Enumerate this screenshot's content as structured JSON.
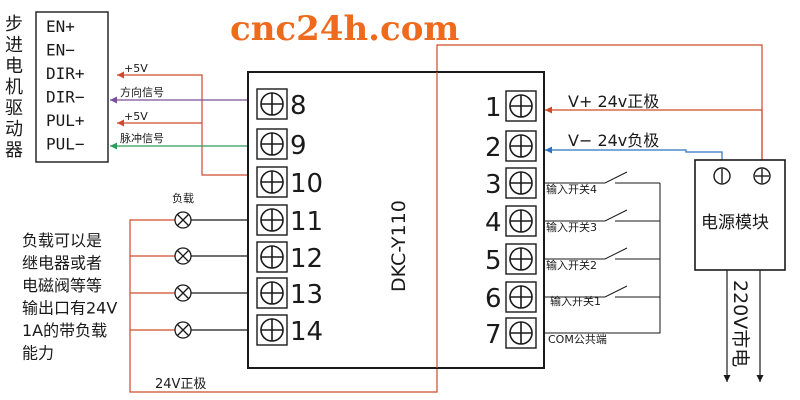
{
  "watermark": "cnc24h.com",
  "colors": {
    "watermark": "#ee6a1c",
    "power_red": "#cf4a2a",
    "signal_purple": "#7a4f9c",
    "signal_green": "#2f9b5b",
    "negative_blue": "#2b73c2",
    "ink": "#1a1a1a"
  },
  "driver": {
    "title": "步进电机驱动器",
    "pins": [
      "EN+",
      "EN−",
      "DIR+",
      "DIR−",
      "PUL+",
      "PUL−"
    ]
  },
  "wire_labels": {
    "dir_plus": "+5V",
    "dir_minus": "方向信号",
    "pul_plus": "+5V",
    "pul_minus": "脉冲信号",
    "load": "负载",
    "bottom": "24V正极"
  },
  "controller": {
    "model": "DKC-Y110",
    "left_terminals": [
      "8",
      "9",
      "10",
      "11",
      "12",
      "13",
      "14"
    ],
    "right_terminals": [
      "1",
      "2",
      "3",
      "4",
      "5",
      "6",
      "7"
    ]
  },
  "right_labels": {
    "t1": "V+ 24v正极",
    "t2": "V− 24v负极",
    "t3": "输入开关4",
    "t4": "输入开关3",
    "t5": "输入开关2",
    "t6": "输入开关1",
    "t7": "COM公共端"
  },
  "note_lines": [
    "负载可以是",
    "继电器或者",
    "电磁阀等等",
    "输出口有24V",
    "1A的带负载",
    "能力"
  ],
  "power_module": {
    "title": "电源模块",
    "ac_label": "220V市电",
    "terminal_minus": "minus-terminal-icon",
    "terminal_plus": "plus-terminal-icon"
  }
}
